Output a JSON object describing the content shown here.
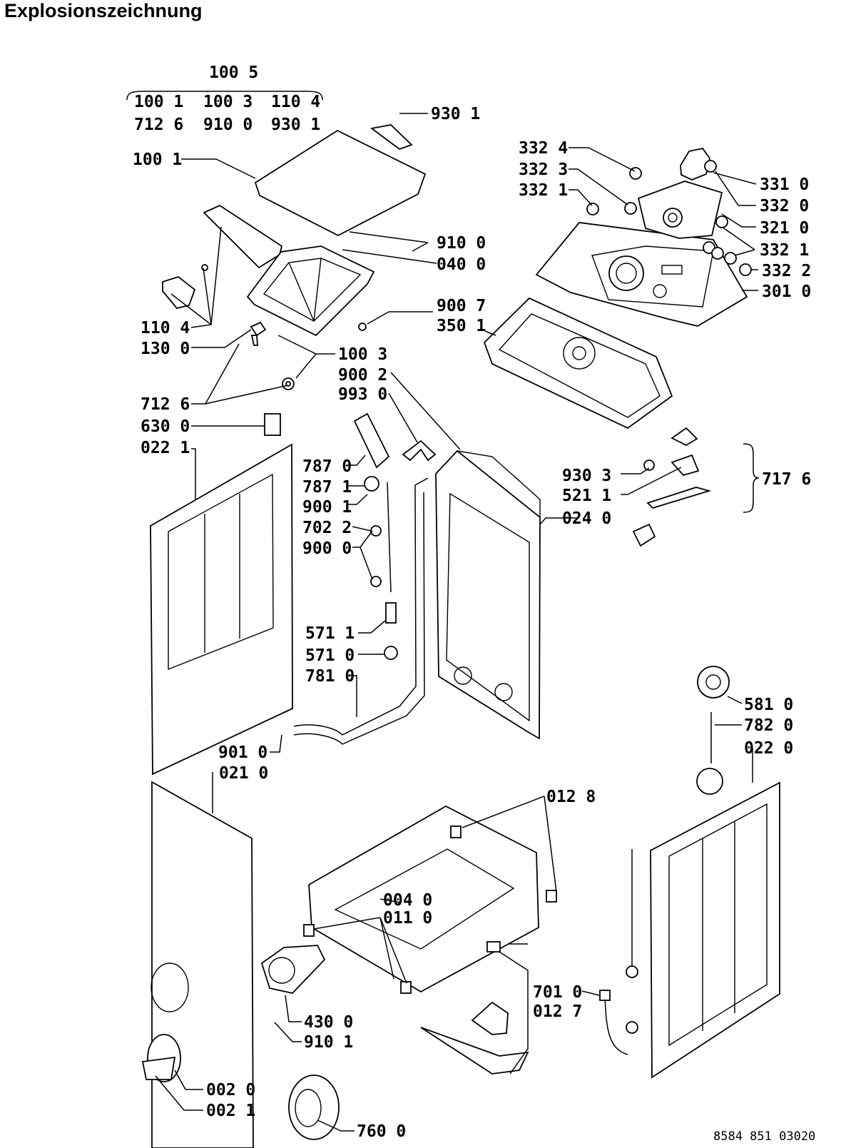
{
  "title": "Explosionszeichnung",
  "footer_code": "8584 851 03020",
  "group_100_5": {
    "label": "100 5",
    "row1": [
      "100 1",
      "100 3",
      "110 4"
    ],
    "row2": [
      "712 6",
      "910 0",
      "930 1"
    ]
  },
  "bracket_717_6": "717 6",
  "labels": [
    {
      "id": "l1",
      "text": "930 1"
    },
    {
      "id": "l2",
      "text": "100 1"
    },
    {
      "id": "l3",
      "text": "332 4"
    },
    {
      "id": "l4",
      "text": "332 3"
    },
    {
      "id": "l5",
      "text": "332 1"
    },
    {
      "id": "l6",
      "text": "331 0"
    },
    {
      "id": "l7",
      "text": "332 0"
    },
    {
      "id": "l8",
      "text": "321 0"
    },
    {
      "id": "l9",
      "text": "910 0"
    },
    {
      "id": "l10",
      "text": "040 0"
    },
    {
      "id": "l11",
      "text": "332 1"
    },
    {
      "id": "l12",
      "text": "332 2"
    },
    {
      "id": "l13",
      "text": "301 0"
    },
    {
      "id": "l14",
      "text": "900 7"
    },
    {
      "id": "l15",
      "text": "350 1"
    },
    {
      "id": "l16",
      "text": "110 4"
    },
    {
      "id": "l17",
      "text": "130 0"
    },
    {
      "id": "l18",
      "text": "100 3"
    },
    {
      "id": "l19",
      "text": "900 2"
    },
    {
      "id": "l20",
      "text": "993 0"
    },
    {
      "id": "l21",
      "text": "712 6"
    },
    {
      "id": "l22",
      "text": "630 0"
    },
    {
      "id": "l23",
      "text": "022 1"
    },
    {
      "id": "l24",
      "text": "787 0"
    },
    {
      "id": "l25",
      "text": "787 1"
    },
    {
      "id": "l26",
      "text": "900 1"
    },
    {
      "id": "l27",
      "text": "702 2"
    },
    {
      "id": "l28",
      "text": "900 0"
    },
    {
      "id": "l29",
      "text": "930 3"
    },
    {
      "id": "l30",
      "text": "521 1"
    },
    {
      "id": "l31",
      "text": "024 0"
    },
    {
      "id": "l32",
      "text": "571 1"
    },
    {
      "id": "l33",
      "text": "571 0"
    },
    {
      "id": "l34",
      "text": "781 0"
    },
    {
      "id": "l35",
      "text": "581 0"
    },
    {
      "id": "l36",
      "text": "782 0"
    },
    {
      "id": "l37",
      "text": "022 0"
    },
    {
      "id": "l38",
      "text": "901 0"
    },
    {
      "id": "l39",
      "text": "021 0"
    },
    {
      "id": "l40",
      "text": "012 8"
    },
    {
      "id": "l41",
      "text": "004 0"
    },
    {
      "id": "l42",
      "text": "011 0"
    },
    {
      "id": "l43",
      "text": "701 0"
    },
    {
      "id": "l44",
      "text": "012 7"
    },
    {
      "id": "l45",
      "text": "430 0"
    },
    {
      "id": "l46",
      "text": "910 1"
    },
    {
      "id": "l47",
      "text": "002 0"
    },
    {
      "id": "l48",
      "text": "002 1"
    },
    {
      "id": "l49",
      "text": "760 0"
    }
  ]
}
